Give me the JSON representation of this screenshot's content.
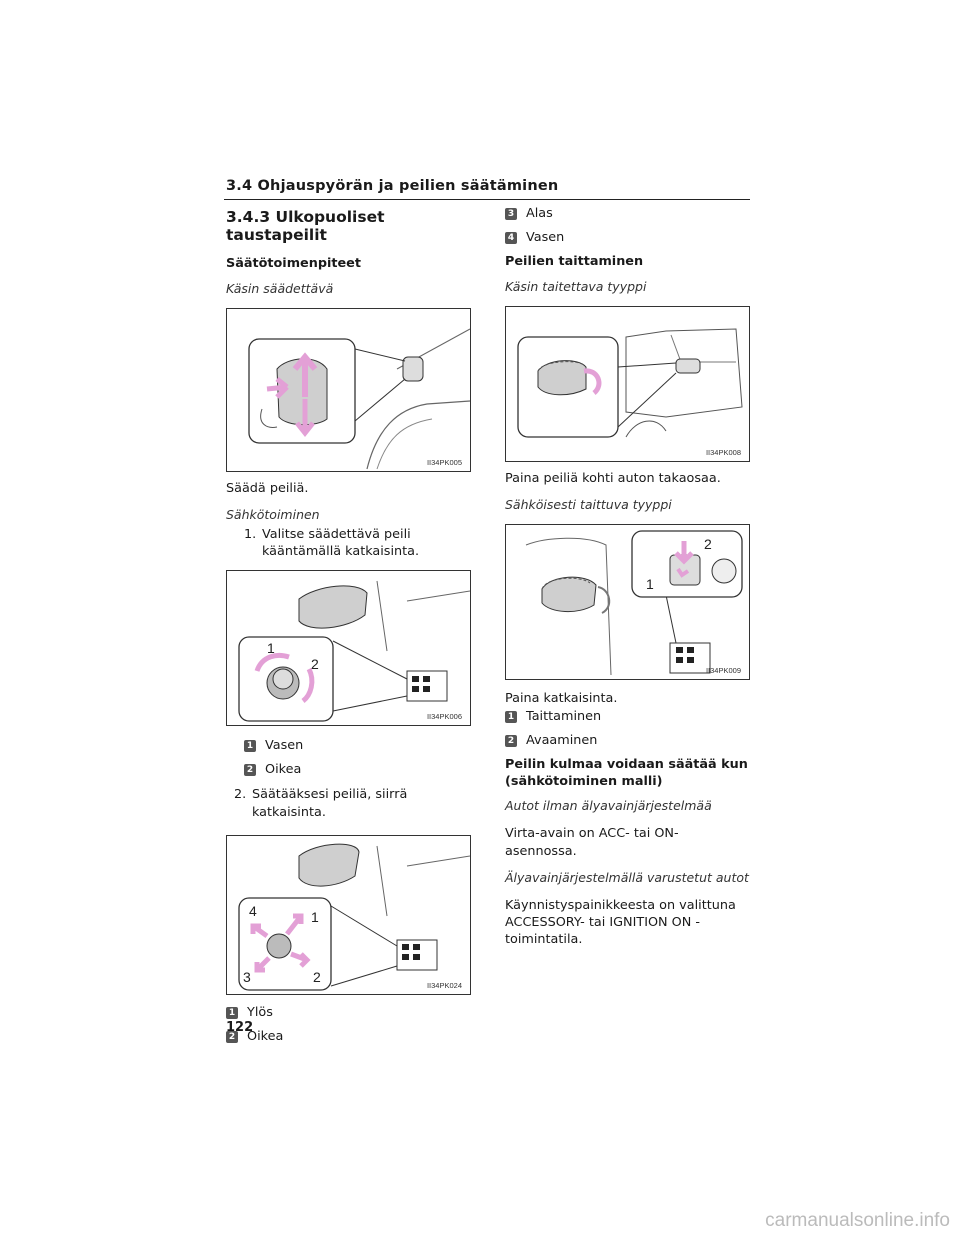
{
  "header": {
    "title": "3.4 Ohjauspyörän ja peilien säätäminen"
  },
  "left": {
    "section_title": "3.4.3 Ulkopuoliset taustapeilit",
    "subhead1": "Säätötoimenpiteet",
    "manual_label": "Käsin säädettävä",
    "fig1_code": "II34PK005",
    "fig1_caption": "Säädä peiliä.",
    "electric_label": "Sähkötoiminen",
    "step1_num": "1.",
    "step1_text": "Valitse säädettävä peili kääntämällä katkaisinta.",
    "fig2_code": "II34PK006",
    "fig2_items": [
      {
        "num": "1",
        "label": "Vasen"
      },
      {
        "num": "2",
        "label": "Oikea"
      }
    ],
    "step2_num": "2.",
    "step2_text": "Säätääksesi peiliä, siirrä katkaisinta.",
    "fig3_code": "II34PK024",
    "fig3_items": [
      {
        "num": "1",
        "label": "Ylös"
      },
      {
        "num": "2",
        "label": "Oikea"
      }
    ]
  },
  "right": {
    "top_items": [
      {
        "num": "3",
        "label": "Alas"
      },
      {
        "num": "4",
        "label": "Vasen"
      }
    ],
    "subhead2": "Peilien taittaminen",
    "manual_fold_label": "Käsin taitettava tyyppi",
    "fig4_code": "II34PK008",
    "fig4_caption": "Paina peiliä kohti auton takaosaa.",
    "electric_fold_label": "Sähköisesti taittuva tyyppi",
    "fig5_code": "II34PK009",
    "fig5_caption": "Paina katkaisinta.",
    "fig5_items": [
      {
        "num": "1",
        "label": "Taittaminen"
      },
      {
        "num": "2",
        "label": "Avaaminen"
      }
    ],
    "subhead3": "Peilin kulmaa voidaan säätää kun (sähkötoiminen malli)",
    "no_smart_label": "Autot ilman älyavainjärjestelmää",
    "no_smart_text": "Virta-avain on ACC- tai ON-asennossa.",
    "smart_label": "Älyavainjärjestelmällä varustetut autot",
    "smart_text": "Käynnistyspainikkeesta on valittuna ACCESSORY- tai IGNITION ON -toimintatila."
  },
  "footer": {
    "page_number": "122",
    "watermark": "carmanualsonline.info"
  },
  "colors": {
    "accent_pink": "#e3a0d6",
    "ink": "#1a1a1a",
    "badge": "#555555"
  }
}
